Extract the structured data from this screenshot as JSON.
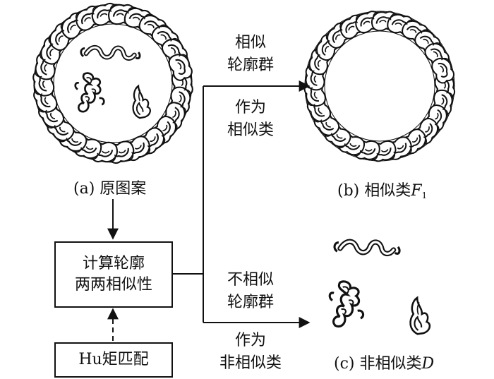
{
  "panel_a": {
    "caption": "(a) 原图案"
  },
  "panel_b": {
    "caption_prefix": "(b) 相似类",
    "caption_symbol": "F",
    "caption_sub": "1"
  },
  "panel_c": {
    "caption_prefix": "(c) 非相似类",
    "caption_symbol": "D"
  },
  "process_box": {
    "line1": "计算轮廓",
    "line2": "两两相似性"
  },
  "hu_box": {
    "label": "Hu矩匹配"
  },
  "upper_branch": {
    "line1": "相似",
    "line2": "轮廓群",
    "line3": "作为",
    "line4": "相似类"
  },
  "lower_branch": {
    "line1": "不相似",
    "line2": "轮廓群",
    "line3": "作为",
    "line4": "非相似类"
  },
  "colors": {
    "ink": "#111111",
    "paper": "#ffffff"
  },
  "icons": [
    "ornamental-ring-icon",
    "scroll-motif-icon",
    "flame-motif-icon"
  ]
}
